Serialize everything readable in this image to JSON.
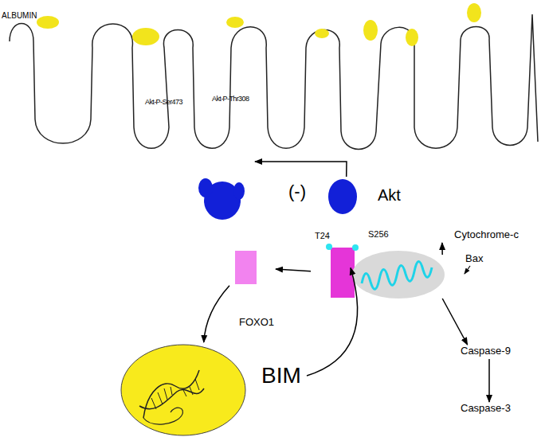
{
  "diagram": {
    "nodes": [
      {
        "text": [
          "Akt-P-Ser473",
          "Akt-P-Thr308"
        ]
      },
      {
        "text": [
          "Akt"
        ]
      },
      {
        "text": [
          "T24",
          "S256"
        ]
      },
      {
        "text": [
          "FOXO1"
        ]
      },
      {
        "text": [
          "Cytochrome-c"
        ]
      },
      {
        "text": [
          "Bax"
        ]
      },
      {
        "text": [
          "BIM"
        ]
      },
      {
        "text": [
          "Caspase-9"
        ]
      },
      {
        "text": [
          "Caspase-3"
        ]
      }
    ],
    "edges": [
      {
        "from": 1,
        "to": 0,
        "arrow": "to"
      },
      {
        "from": 2,
        "to": 3,
        "arrow": "to"
      },
      {
        "from": 3,
        "to": 6,
        "arrow": "to"
      },
      {
        "from": 6,
        "to": 5,
        "arrow": "to"
      },
      {
        "from": 5,
        "to": 4,
        "arrow": "to"
      },
      {
        "from": 5,
        "to": 7,
        "arrow": "to"
      },
      {
        "from": 7,
        "to": 8,
        "arrow": "to"
      }
    ],
    "labels": [
      "ALBUMIN",
      "(-)"
    ]
  }
}
